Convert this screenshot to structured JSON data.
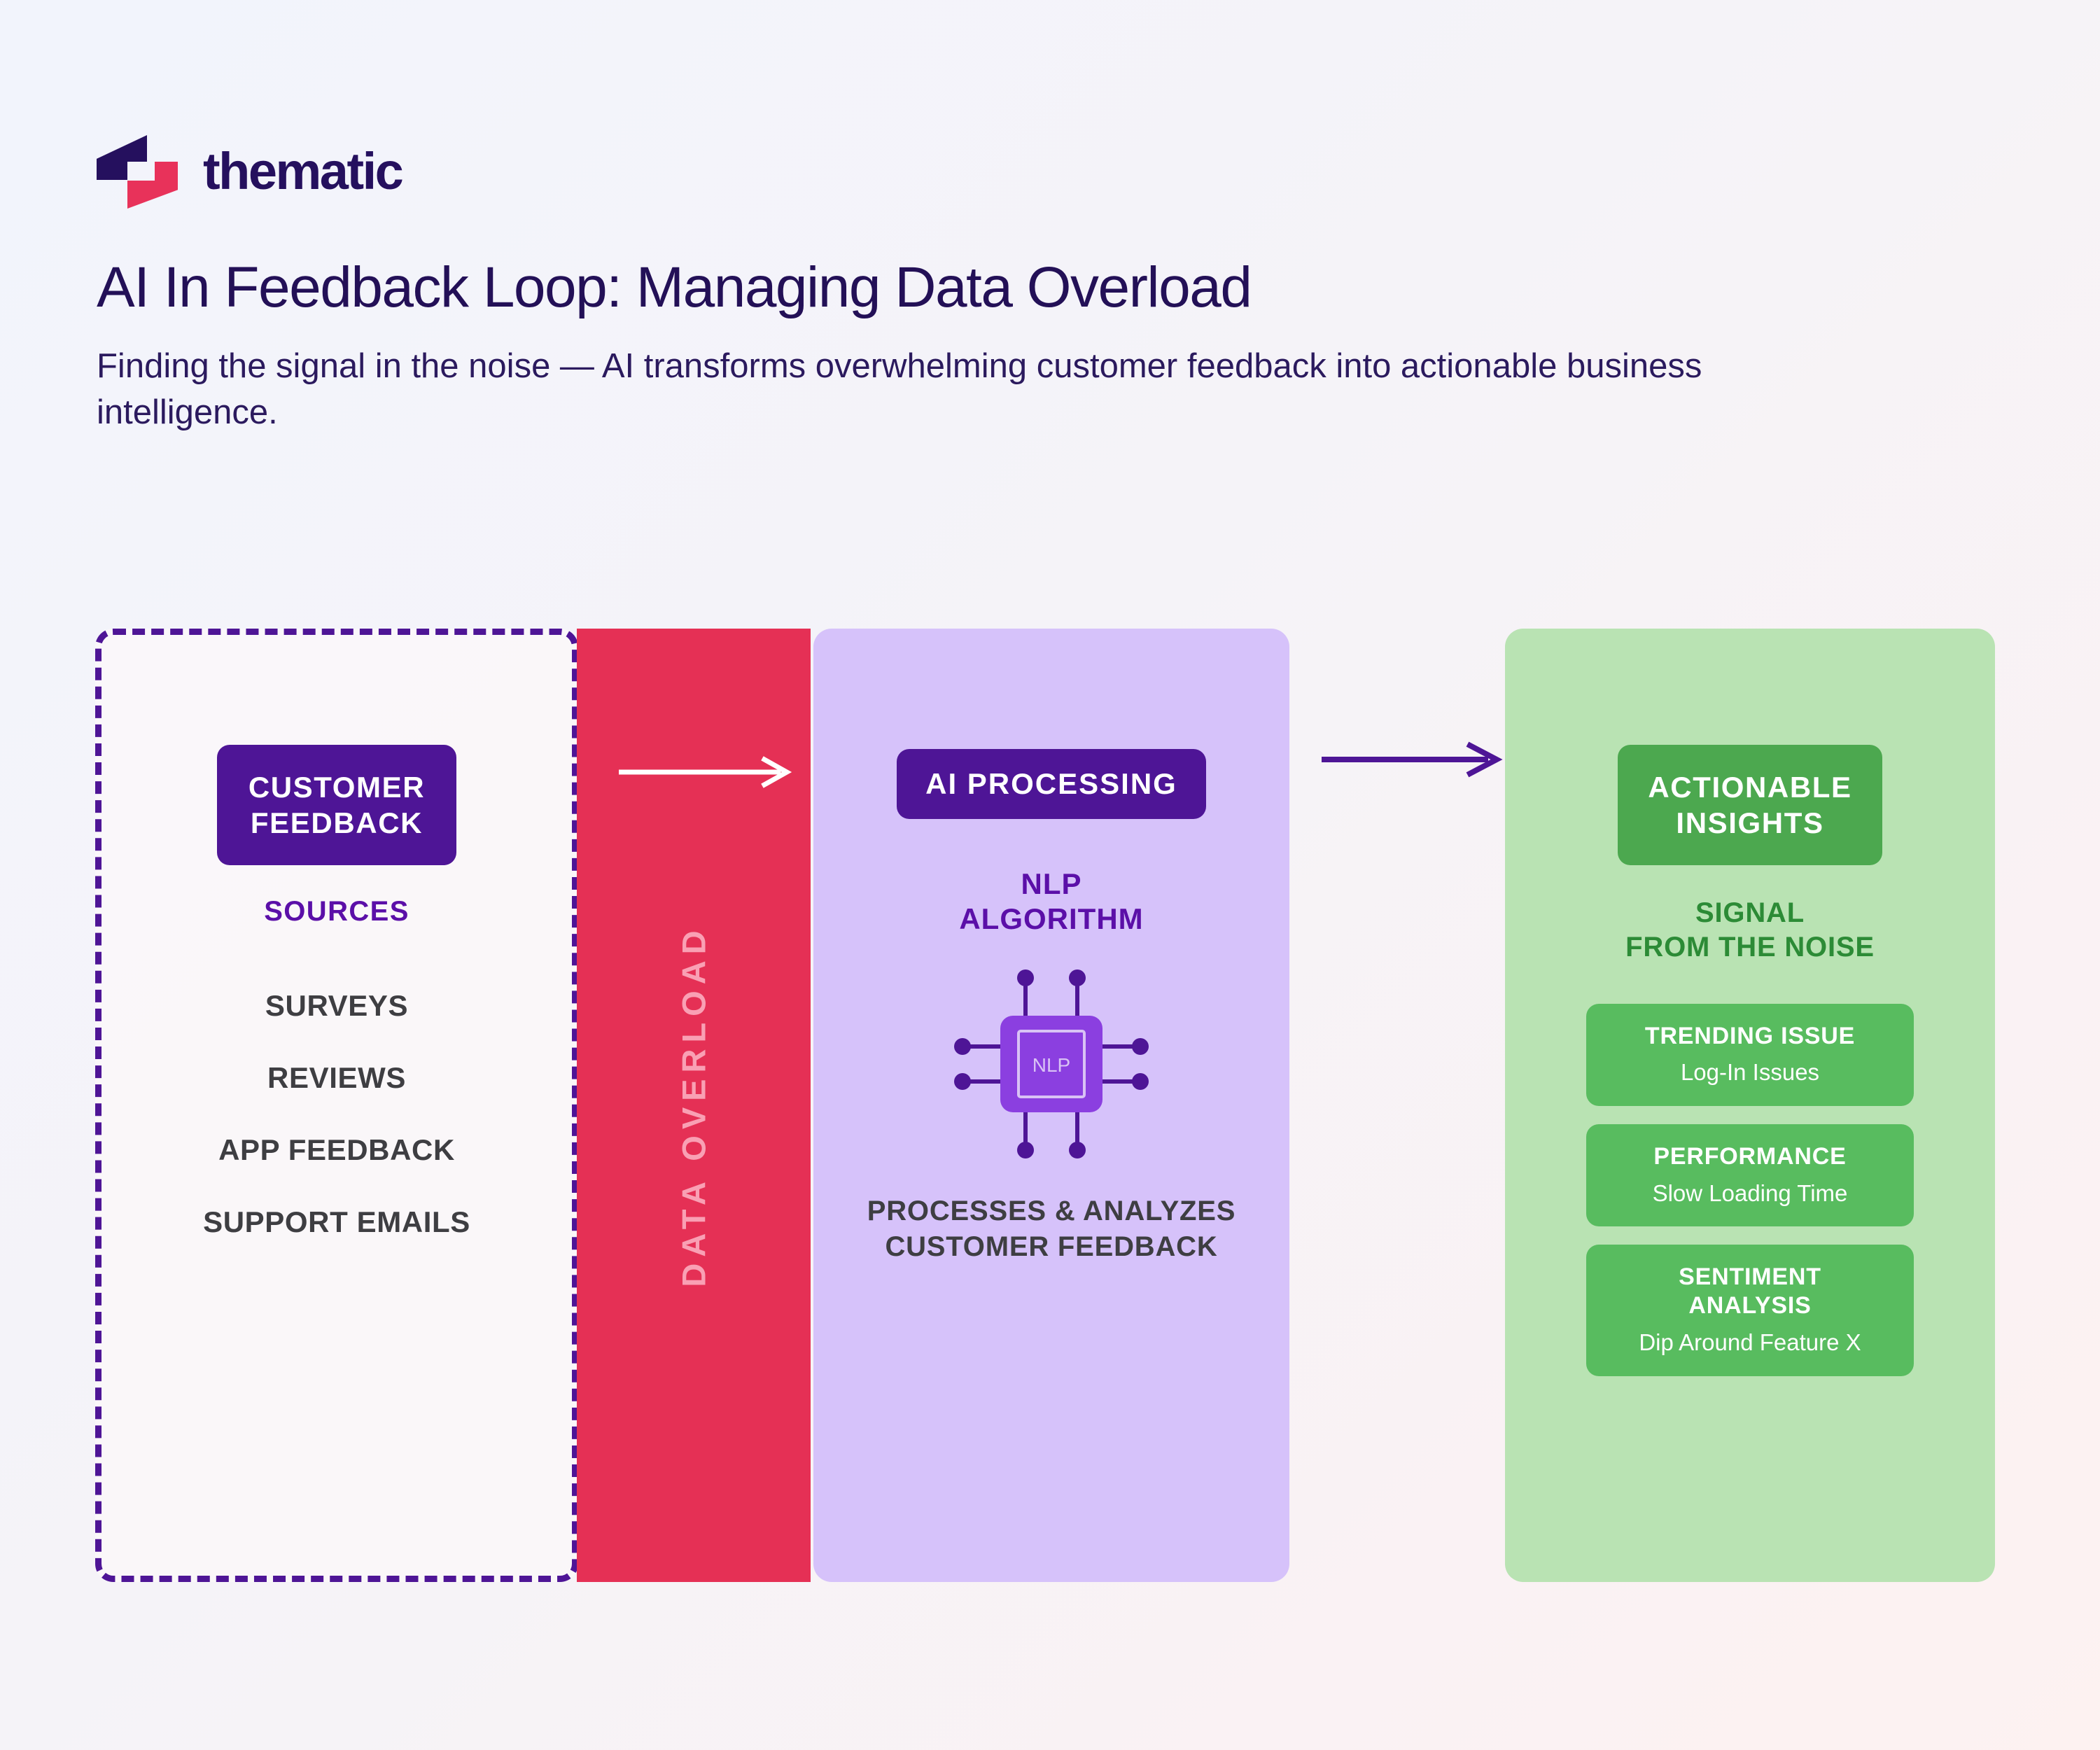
{
  "brand": {
    "logo_word": "thematic",
    "logo_mark_name": "thematic-logo-mark",
    "navy": "#25105E",
    "crimson": "#E8325A"
  },
  "header": {
    "title": "AI In Feedback Loop: Managing Data Overload",
    "subtitle": "Finding the signal in the noise — AI transforms overwhelming customer feedback into actionable business intelligence."
  },
  "diagram": {
    "sources_panel": {
      "badge": "CUSTOMER FEEDBACK",
      "badge_line1": "CUSTOMER",
      "badge_line2": "FEEDBACK",
      "section_label": "SOURCES",
      "items": [
        "SURVEYS",
        "REVIEWS",
        "APP FEEDBACK",
        "SUPPORT EMAILS"
      ],
      "border_color": "#4E1596",
      "badge_color": "#4E1596",
      "label_color": "#5B0FA8"
    },
    "overload_band": {
      "label": "DATA OVERLOAD",
      "background": "#E53055",
      "label_color": "#F9A0B4",
      "arrow_name": "flow-arrow-white",
      "arrow_color": "#FFFFFF"
    },
    "ai_panel": {
      "badge": "AI PROCESSING",
      "heading_line1": "NLP",
      "heading_line2": "ALGORITHM",
      "chip_label": "NLP",
      "caption_line1": "PROCESSES & ANALYZES",
      "caption_line2": "CUSTOMER FEEDBACK",
      "background": "#D6C2FA",
      "badge_color": "#4E1596",
      "chip_body_color": "#8B3FE0",
      "chip_pin_color": "#4E1596"
    },
    "mid_arrow": {
      "name": "flow-arrow-purple",
      "color": "#4E1596"
    },
    "insights_panel": {
      "badge_line1": "ACTIONABLE",
      "badge_line2": "INSIGHTS",
      "heading_line1": "SIGNAL",
      "heading_line2": "FROM THE NOISE",
      "background": "#B9E3B3",
      "badge_color": "#4CA84F",
      "heading_color": "#2C8B36",
      "card_color": "#58BC5F",
      "cards": [
        {
          "title": "TRENDING ISSUE",
          "value": "Log-In Issues"
        },
        {
          "title": "PERFORMANCE",
          "value": "Slow Loading Time"
        },
        {
          "title": "SENTIMENT ANALYSIS",
          "title_line1": "SENTIMENT",
          "title_line2": "ANALYSIS",
          "value": "Dip Around Feature X"
        }
      ]
    }
  }
}
